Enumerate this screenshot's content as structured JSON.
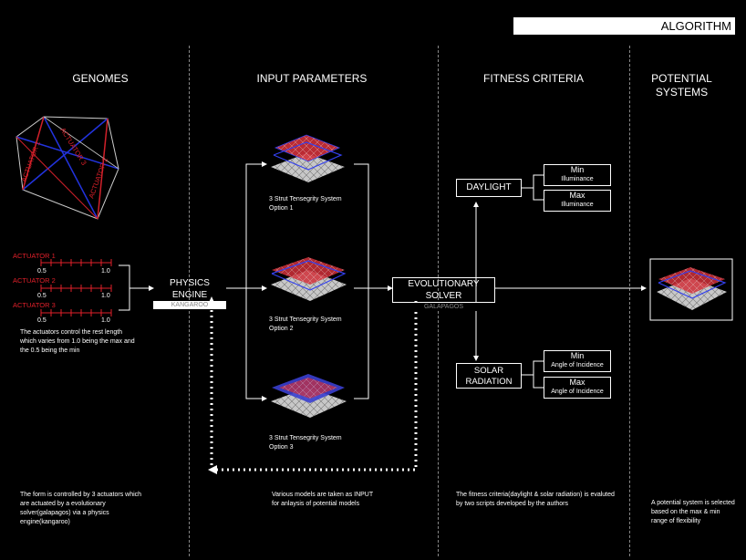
{
  "header": {
    "title": "ALGORITHM"
  },
  "columns": {
    "genomes": "GENOMES",
    "input_parameters": "INPUT PARAMETERS",
    "fitness_criteria": "FITNESS CRITERIA",
    "potential_systems": "POTENTIAL SYSTEMS"
  },
  "genomes": {
    "cube_labels": [
      "ACTUATOR 1",
      "ACTUATOR 3",
      "ACTUATOR 2"
    ],
    "sliders": [
      {
        "label": "ACTUATOR 1",
        "min": "0.5",
        "max": "1.0"
      },
      {
        "label": "ACTUATOR 2",
        "min": "0.5",
        "max": "1.0"
      },
      {
        "label": "ACTUATOR 3",
        "min": "0.5",
        "max": "1.0"
      }
    ],
    "slider_note": "The actuators control the rest length which varies from 1.0 being the max and the 0.5 being the min",
    "footer": "The form is controlled by 3 actuators which are actuated by a evolutionary solver(galapagos) via a physics engine(kangaroo)"
  },
  "physics_engine": {
    "title": "PHYSICS ENGINE",
    "sub": "KANGAROO"
  },
  "options": [
    {
      "name": "3 Strut Tensegrity System",
      "option": "Option 1"
    },
    {
      "name": "3 Strut Tensegrity System",
      "option": "Option 2"
    },
    {
      "name": "3 Strut Tensegrity System",
      "option": "Option 3"
    }
  ],
  "input_footer": "Various models are taken as INPUT for anlaysis of potential models",
  "solver": {
    "title": "EVOLUTIONARY SOLVER",
    "sub": "GALAPAGOS"
  },
  "fitness": {
    "daylight": "DAYLIGHT",
    "solar": "SOLAR RADIATION",
    "day_min": {
      "title": "Min",
      "sub": "Illuminance"
    },
    "day_max": {
      "title": "Max",
      "sub": "Illuminance"
    },
    "sol_min": {
      "title": "Min",
      "sub": "Angle of Incidence"
    },
    "sol_max": {
      "title": "Max",
      "sub": "Angle of Incidence"
    },
    "footer": "The fitness criteria(daylight & solar radiation) is evaluted by two scripts developed by the authors"
  },
  "potential_footer": "A potential system is selected based on the max & min range of flexibility"
}
